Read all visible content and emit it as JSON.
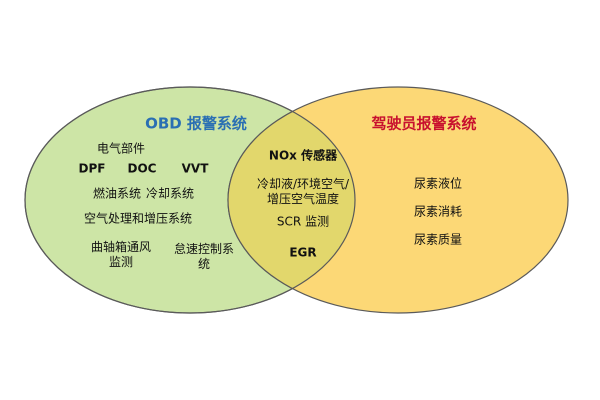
{
  "colors": {
    "obd_fill": "#cde5a6",
    "driver_fill": "#fcd876",
    "overlap_fill": "#e2d76c",
    "stroke": "#5a5a5a",
    "obd_title": "#2a6fb3",
    "driver_title": "#c8102e"
  },
  "obd": {
    "title": "OBD 报警系统",
    "items": [
      "电气部件",
      "DPF",
      "DOC",
      "VVT",
      "燃油系统",
      "冷却系统",
      "空气处理和增压系统",
      "曲轴箱通风\n监测",
      "怠速控制系\n统"
    ]
  },
  "driver": {
    "title": "驾驶员报警系统",
    "items": [
      "尿素液位",
      "尿素消耗",
      "尿素质量"
    ]
  },
  "shared": {
    "items": [
      "NOx 传感器",
      "冷却液/环境空气/\n增压空气温度",
      "SCR 监测",
      "EGR"
    ]
  }
}
